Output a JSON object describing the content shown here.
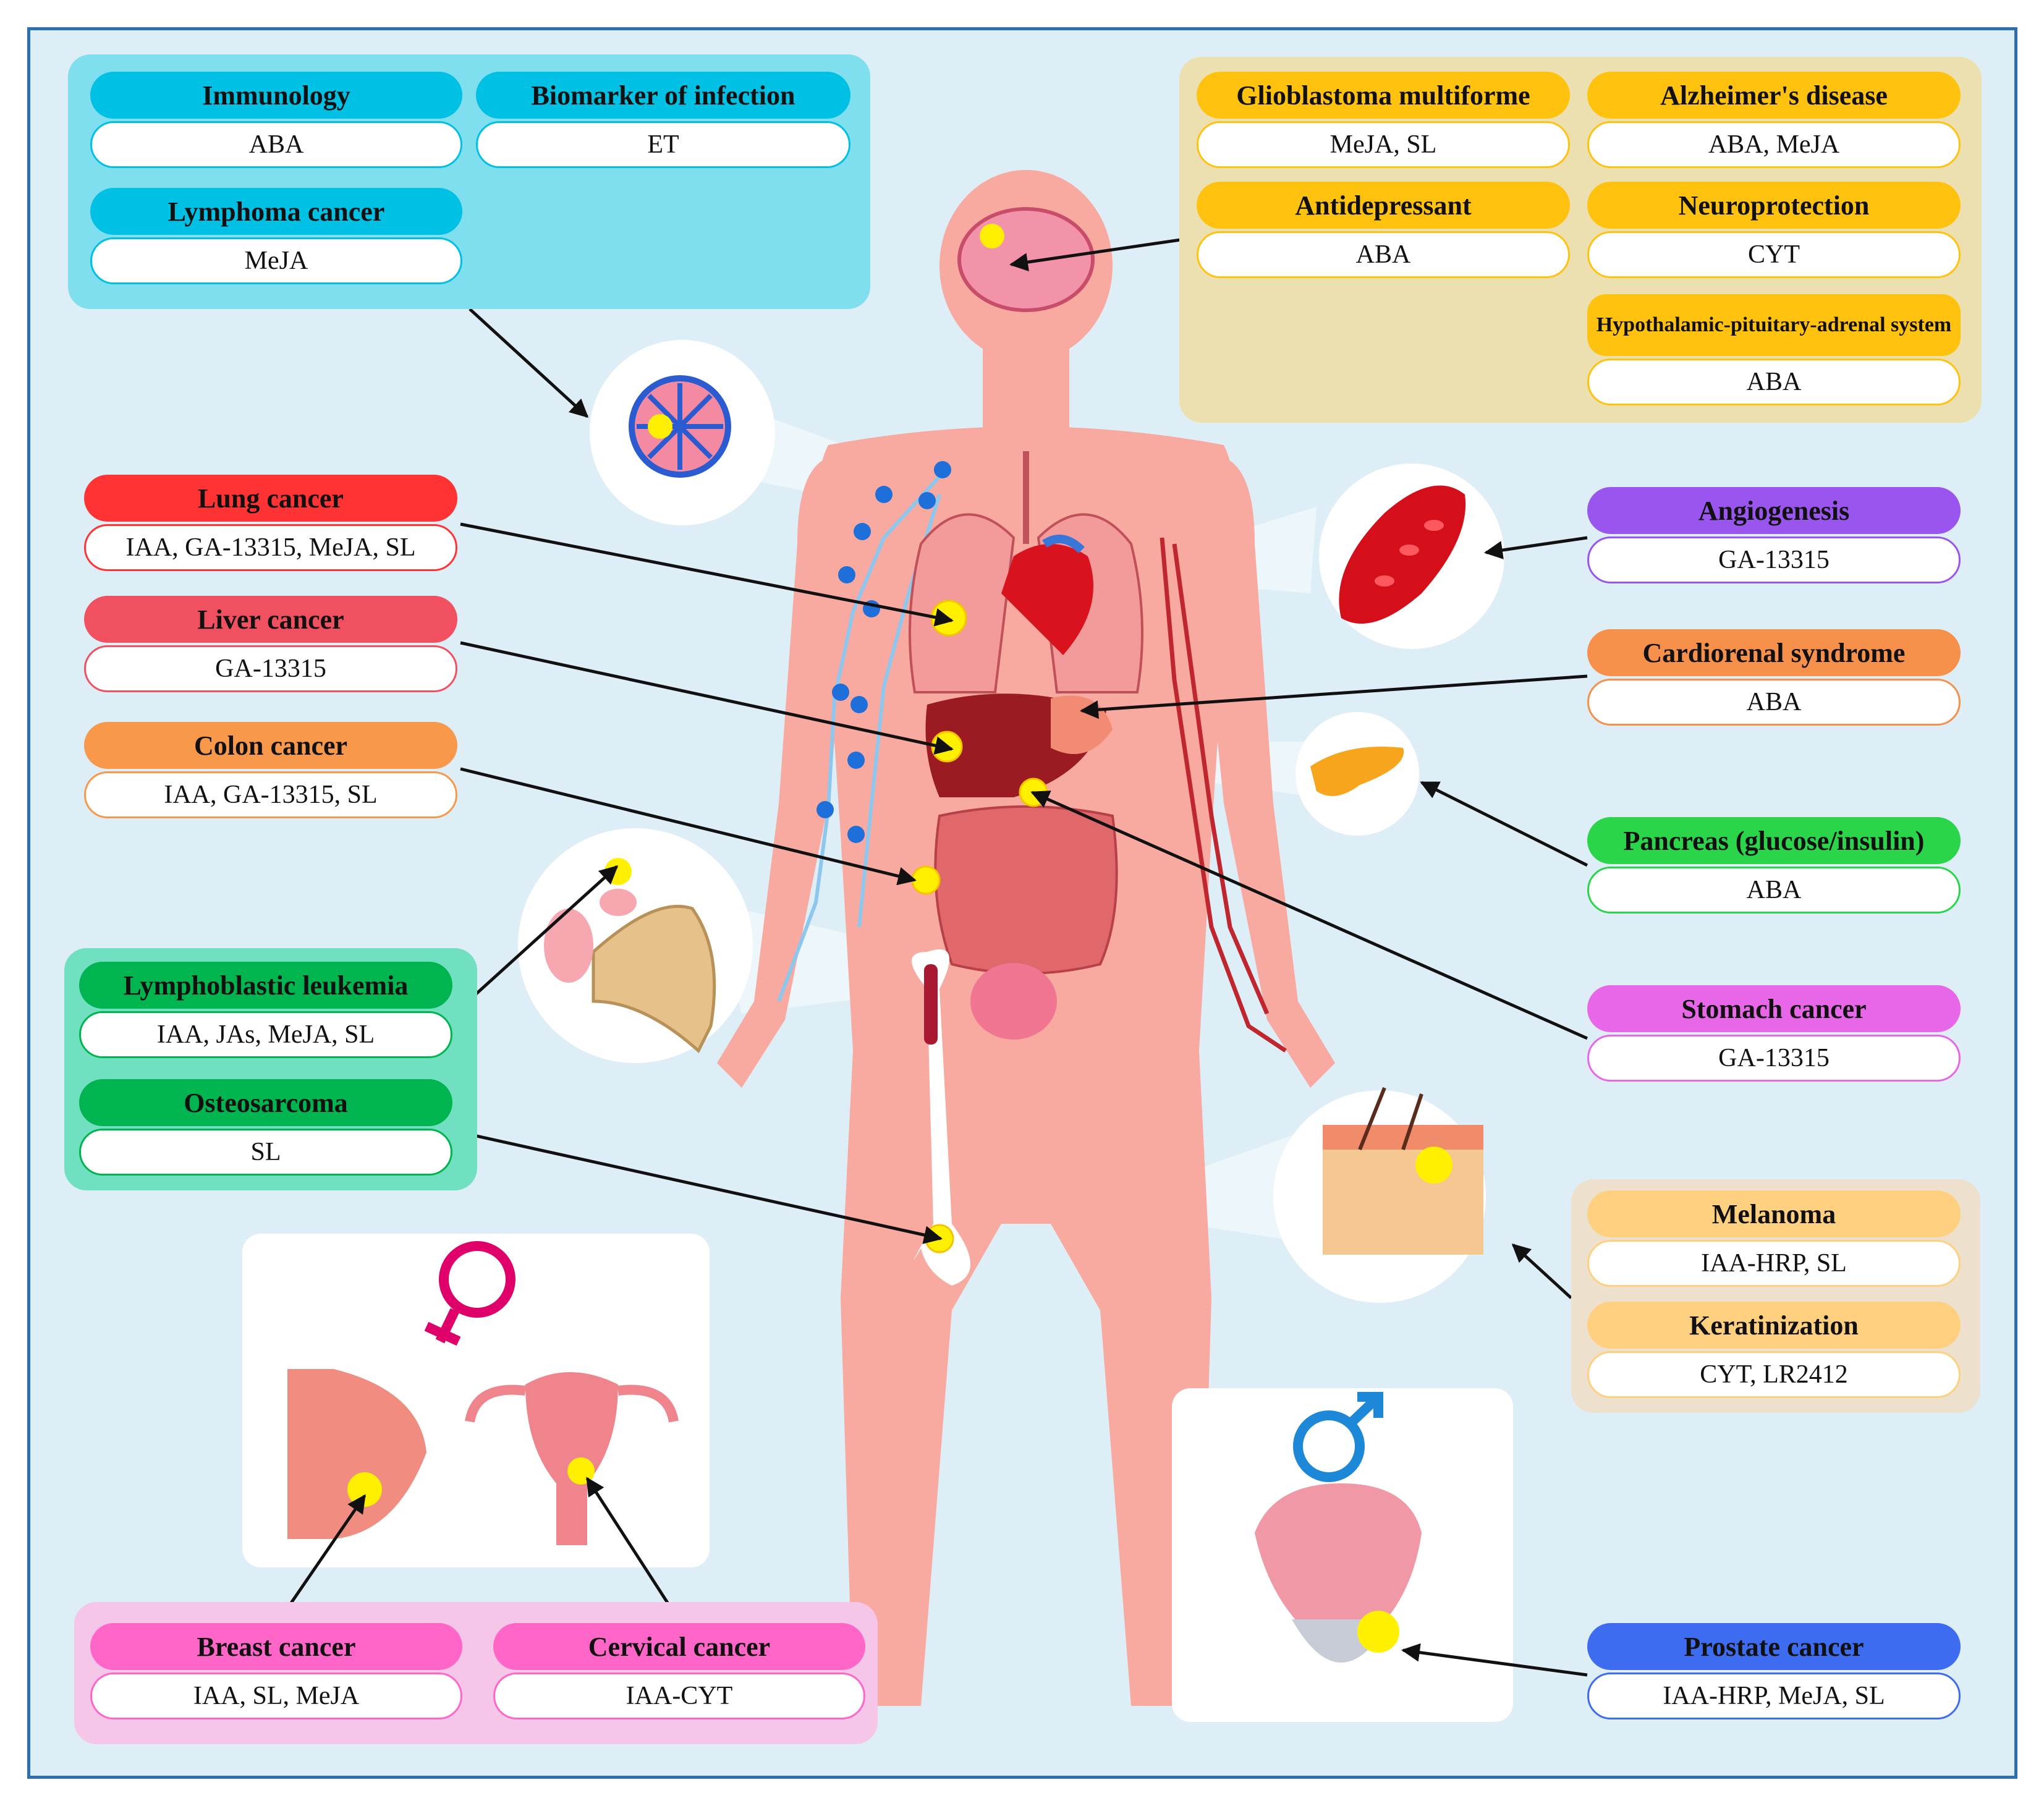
{
  "colors": {
    "background": "#deeef7",
    "frame": "#2f6fb0",
    "body_fill": "#f8a9a0",
    "marker": "#fff000",
    "cyan": "#00c0e4",
    "amber": "#ffc20e",
    "red": "#ff3333",
    "crimson": "#f0505f",
    "orange": "#f7984a",
    "green": "#00b450",
    "pink": "#ff66c8",
    "purple": "#9a55ee",
    "coral": "#f7904a",
    "lime": "#2bd54a",
    "magenta": "#e866e8",
    "peach": "#ffd080",
    "blue": "#3d6cf0"
  },
  "cards": {
    "immunology": {
      "title": "Immunology",
      "agents": "ABA"
    },
    "biomarker": {
      "title": "Biomarker of infection",
      "agents": "ET"
    },
    "lymphoma": {
      "title": "Lymphoma cancer",
      "agents": "MeJA"
    },
    "glioblastoma": {
      "title": "Glioblastoma multiforme",
      "agents": "MeJA, SL"
    },
    "alzheimers": {
      "title": "Alzheimer's disease",
      "agents": "ABA, MeJA"
    },
    "antidepressant": {
      "title": "Antidepressant",
      "agents": "ABA"
    },
    "neuroprotection": {
      "title": "Neuroprotection",
      "agents": "CYT"
    },
    "hpa": {
      "title": "Hypothalamic-pituitary-adrenal system",
      "agents": "ABA"
    },
    "lung": {
      "title": "Lung cancer",
      "agents": "IAA, GA-13315, MeJA, SL"
    },
    "liver": {
      "title": "Liver cancer",
      "agents": "GA-13315"
    },
    "colon": {
      "title": "Colon cancer",
      "agents": "IAA, GA-13315, SL"
    },
    "leukemia": {
      "title": "Lymphoblastic leukemia",
      "agents": "IAA, JAs, MeJA, SL"
    },
    "osteosarcoma": {
      "title": "Osteosarcoma",
      "agents": "SL"
    },
    "angiogenesis": {
      "title": "Angiogenesis",
      "agents": "GA-13315"
    },
    "cardiorenal": {
      "title": "Cardiorenal syndrome",
      "agents": "ABA"
    },
    "pancreas": {
      "title": "Pancreas (glucose/insulin)",
      "agents": "ABA"
    },
    "stomach": {
      "title": "Stomach cancer",
      "agents": "GA-13315"
    },
    "melanoma": {
      "title": "Melanoma",
      "agents": "IAA-HRP, SL"
    },
    "keratinization": {
      "title": "Keratinization",
      "agents": "CYT, LR2412"
    },
    "breast": {
      "title": "Breast cancer",
      "agents": "IAA, SL, MeJA"
    },
    "cervical": {
      "title": "Cervical cancer",
      "agents": "IAA-CYT"
    },
    "prostate": {
      "title": "Prostate cancer",
      "agents": "IAA-HRP, MeJA, SL"
    }
  },
  "icons": [
    "female-symbol-icon",
    "male-symbol-icon",
    "brain-icon",
    "lymph-node-icon",
    "blood-vessel-icon",
    "pancreas-icon",
    "bone-marrow-icon",
    "skin-icon",
    "breast-icon",
    "uterus-icon",
    "prostate-icon",
    "tumor-marker-icon"
  ]
}
